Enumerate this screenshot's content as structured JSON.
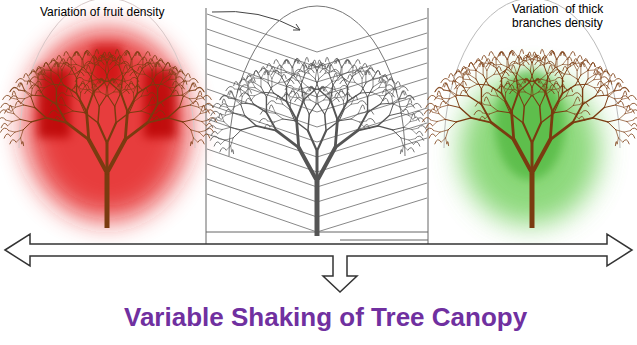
{
  "diagram": {
    "caption": "Variable Shaking of Tree Canopy",
    "labels": [
      "Variation of fruit density",
      "Variation  of thick branches density"
    ]
  }
}
